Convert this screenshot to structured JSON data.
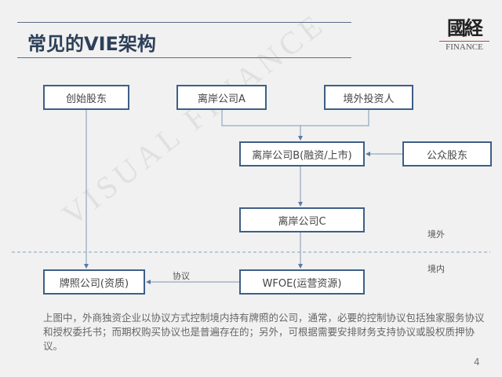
{
  "title": "常见的VIE架构",
  "logo": {
    "cn": "國経",
    "en": "FINANCE"
  },
  "watermark": "VISUAL FINANCE",
  "nodes": {
    "founder": "创始股东",
    "offshore_a": "离岸公司A",
    "foreign_investor": "境外投资人",
    "offshore_b": "离岸公司B(融资/上市)",
    "public": "公众股东",
    "offshore_c": "离岸公司C",
    "license_co": "牌照公司(资质)",
    "wfoe": "WFOE(运营资源)"
  },
  "labels": {
    "agreement": "协议",
    "overseas": "境外",
    "domestic": "境内"
  },
  "paragraph": "上图中，外商独资企业以协议方式控制境内持有牌照的公司，通常，必要的控制协议包括独家服务协议和授权委托书；而期权购买协议也是普遍存在的；另外，可根据需要安排财务支持协议或股权质押协议。",
  "page_number": "4"
}
